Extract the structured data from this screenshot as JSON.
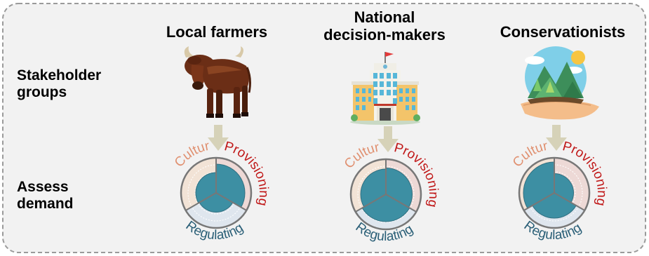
{
  "row_labels": {
    "stakeholders": [
      "Stakeholder",
      "groups"
    ],
    "demand": [
      "Assess",
      "demand"
    ]
  },
  "groups": [
    {
      "title_lines": [
        "Local farmers"
      ],
      "icon": "cow-icon",
      "demand": {
        "Provisioning": 0.82,
        "Regulating": 0.55,
        "Cultural": 0.58
      }
    },
    {
      "title_lines": [
        "National",
        "decision-makers"
      ],
      "icon": "government-building-icon",
      "demand": {
        "Provisioning": 0.75,
        "Regulating": 0.78,
        "Cultural": 0.72
      }
    },
    {
      "title_lines": [
        "Conservationists"
      ],
      "icon": "nature-in-hands-icon",
      "demand": {
        "Provisioning": 0.55,
        "Regulating": 0.72,
        "Cultural": 0.88
      }
    }
  ],
  "categories": [
    "Provisioning",
    "Regulating",
    "Cultural"
  ],
  "colors": {
    "Provisioning": "#c01818",
    "Regulating": "#2a5f77",
    "Cultural": "#e09070",
    "fill": "#3d8fa3",
    "arrow": "#d6d2b8",
    "frame": "#9a9a9a",
    "background": "#f2f2f2"
  }
}
